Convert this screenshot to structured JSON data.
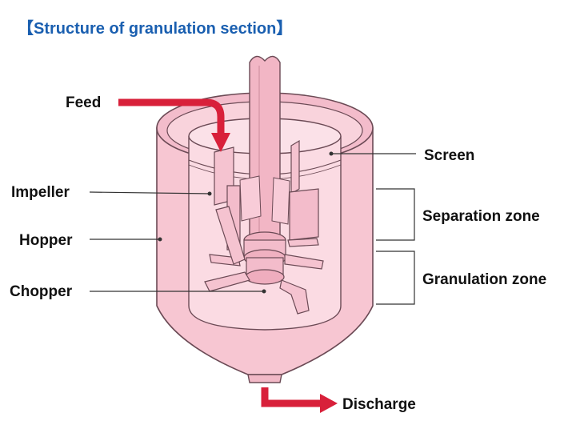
{
  "title": "【Structure of granulation section】",
  "labels": {
    "feed": "Feed",
    "impeller": "Impeller",
    "hopper": "Hopper",
    "chopper": "Chopper",
    "screen": "Screen",
    "separation_zone": "Separation zone",
    "granulation_zone": "Granulation zone",
    "discharge": "Discharge"
  },
  "colors": {
    "title": "#1a5fb0",
    "vessel_fill": "#f7c6d2",
    "vessel_inner": "#f9d3dc",
    "vessel_stroke": "#6b4a55",
    "arrow": "#d8203a",
    "text": "#111111"
  }
}
